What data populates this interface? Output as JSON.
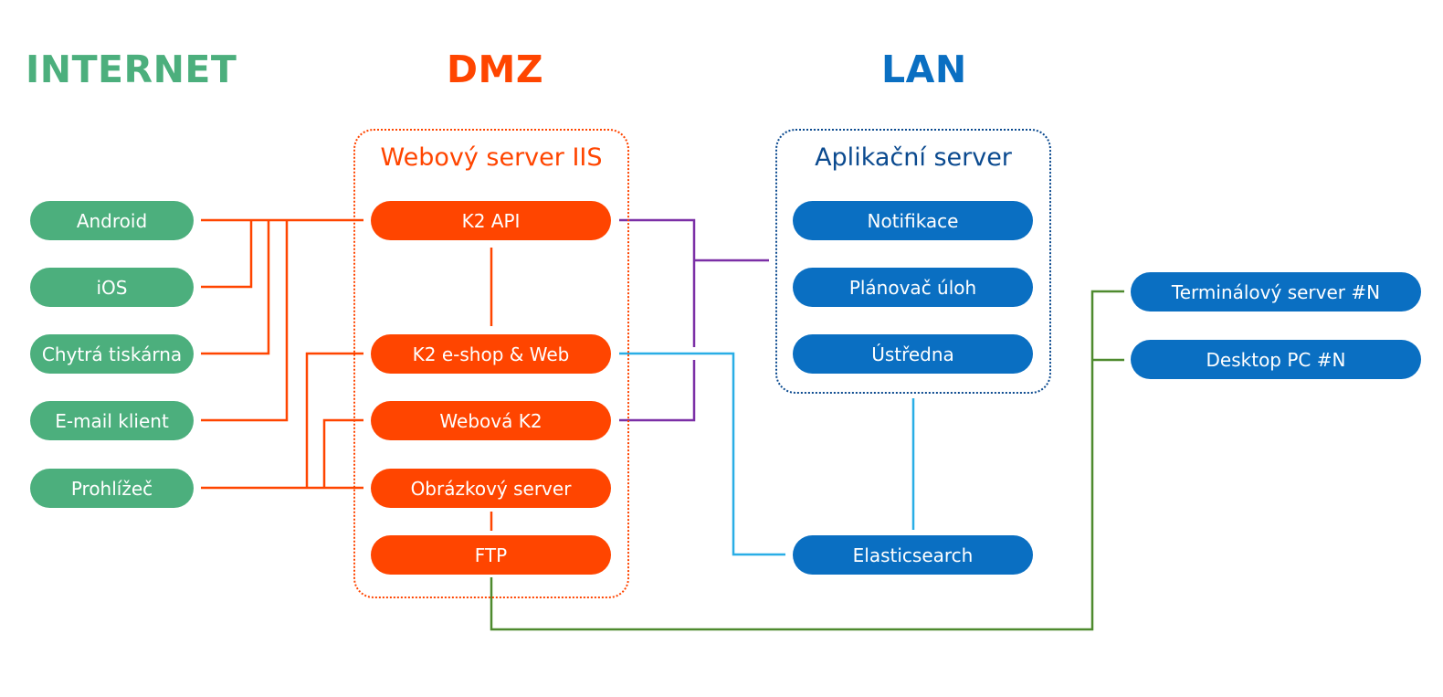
{
  "zones": {
    "internet": "INTERNET",
    "dmz": "DMZ",
    "lan": "LAN"
  },
  "dmz_group": {
    "title": "Webový server IIS",
    "items": [
      "K2 API",
      "K2 e-shop & Web",
      "Webová K2",
      "Obrázkový server",
      "FTP"
    ]
  },
  "lan_group": {
    "title": "Aplikační server",
    "items": [
      "Notifikace",
      "Plánovač úloh",
      "Ústředna"
    ]
  },
  "lan_standalone": {
    "elasticsearch": "Elasticsearch",
    "terminal_server": "Terminálový server #N",
    "desktop_pc": "Desktop PC #N"
  },
  "internet_clients": [
    "Android",
    "iOS",
    "Chytrá tiskárna",
    "E-mail klient",
    "Prohlížeč"
  ],
  "colors": {
    "internet": "#4caf7d",
    "dmz": "#ff4500",
    "lan": "#0a6fc2",
    "lan_group_title": "#0b4a8f",
    "link_api": "#7b2fa6",
    "link_search": "#29aee6",
    "link_ftp": "#4e8a2e",
    "link_internet": "#ff4500"
  }
}
